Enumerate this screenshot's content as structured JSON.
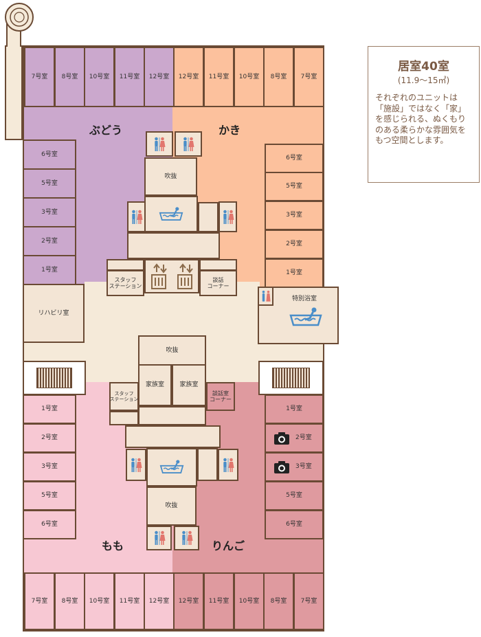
{
  "colors": {
    "budou": "#cba8cd",
    "kaki": "#fcc19d",
    "momo": "#f7c8d3",
    "ringo": "#df9a9f",
    "common": "#f5ead9",
    "room": "#f3e5d5",
    "border": "#6a4a34",
    "photo": "#222222",
    "wc_blue": "#4a8ec9",
    "wc_pink": "#e2766d",
    "bath": "#4a8ec9"
  },
  "legend": {
    "title": "居室40室",
    "subtitle": "(11.9〜15㎡)",
    "text": "それぞれのユニットは「施設」ではなく「家」を感じられる、ぬくもりのある柔らかな雰囲気をもつ空間とします。"
  },
  "units": {
    "budou": "ぶどう",
    "kaki": "かき",
    "momo": "もも",
    "ringo": "りんご"
  },
  "rooms": {
    "budou_top": [
      "7号室",
      "8号室",
      "10号室",
      "11号室",
      "12号室"
    ],
    "kaki_top": [
      "12号室",
      "11号室",
      "10号室",
      "8号室",
      "7号室"
    ],
    "budou_side": [
      "6号室",
      "5号室",
      "3号室",
      "2号室",
      "1号室"
    ],
    "kaki_side": [
      "6号室",
      "5号室",
      "3号室",
      "2号室",
      "1号室"
    ],
    "momo_side": [
      "1号室",
      "2号室",
      "3号室",
      "5号室",
      "6号室"
    ],
    "ringo_side": [
      "1号室",
      "2号室",
      "3号室",
      "5号室",
      "6号室"
    ],
    "momo_bottom": [
      "7号室",
      "8号室",
      "10号室",
      "11号室",
      "12号室"
    ],
    "ringo_bottom": [
      "12号室",
      "11号室",
      "10号室",
      "8号室",
      "7号室"
    ]
  },
  "labels": {
    "fukinuke": "吹抜",
    "staff1": "スタッフ",
    "staff2": "ステーション",
    "danwa1": "談話",
    "danwa2": "コーナー",
    "danwa_small1": "談話室",
    "danwa_small2": "コーナー",
    "kazoku": "家族室",
    "rehab": "リハビリ室",
    "tokubetsu": "特別浴室"
  }
}
